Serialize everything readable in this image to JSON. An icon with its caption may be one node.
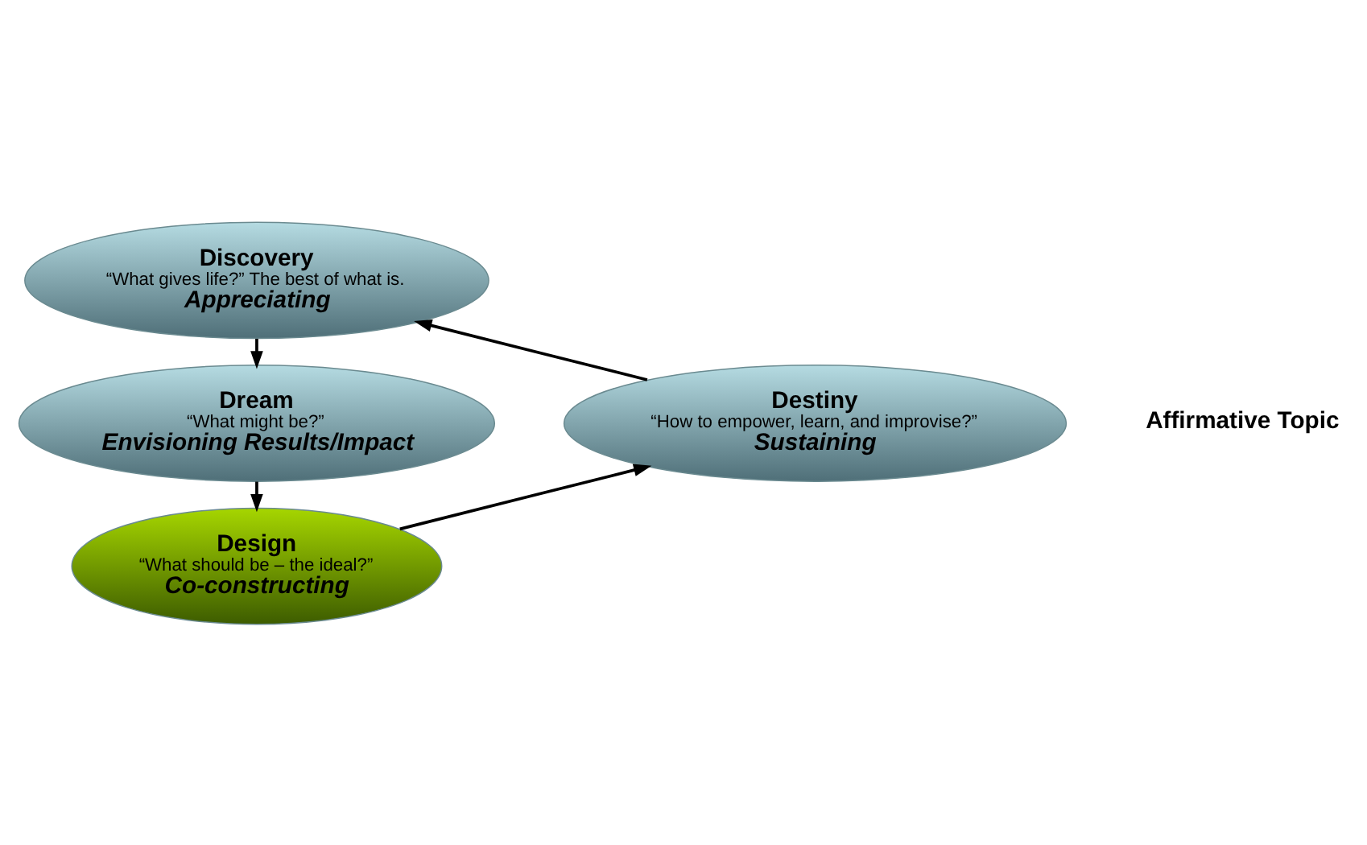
{
  "diagram": {
    "nodes": [
      {
        "text": [
          "Discovery",
          "“What gives life?” The best of what is.",
          "Appreciating"
        ]
      },
      {
        "text": [
          "Dream",
          "“What might be?”",
          "Envisioning Results/Impact"
        ]
      },
      {
        "text": [
          "Design",
          "“What should be – the ideal?”",
          "Co-constructing"
        ]
      },
      {
        "text": [
          "Destiny",
          "“How to empower, learn, and improvise?”",
          "Sustaining"
        ]
      }
    ],
    "edges": [
      {
        "from": 0,
        "to": 1,
        "arrow": "to"
      },
      {
        "from": 1,
        "to": 2,
        "arrow": "to"
      },
      {
        "from": 2,
        "to": 3,
        "arrow": "to"
      },
      {
        "from": 3,
        "to": 0,
        "arrow": "to"
      }
    ],
    "labels": [
      "Affirmative Topic"
    ]
  }
}
